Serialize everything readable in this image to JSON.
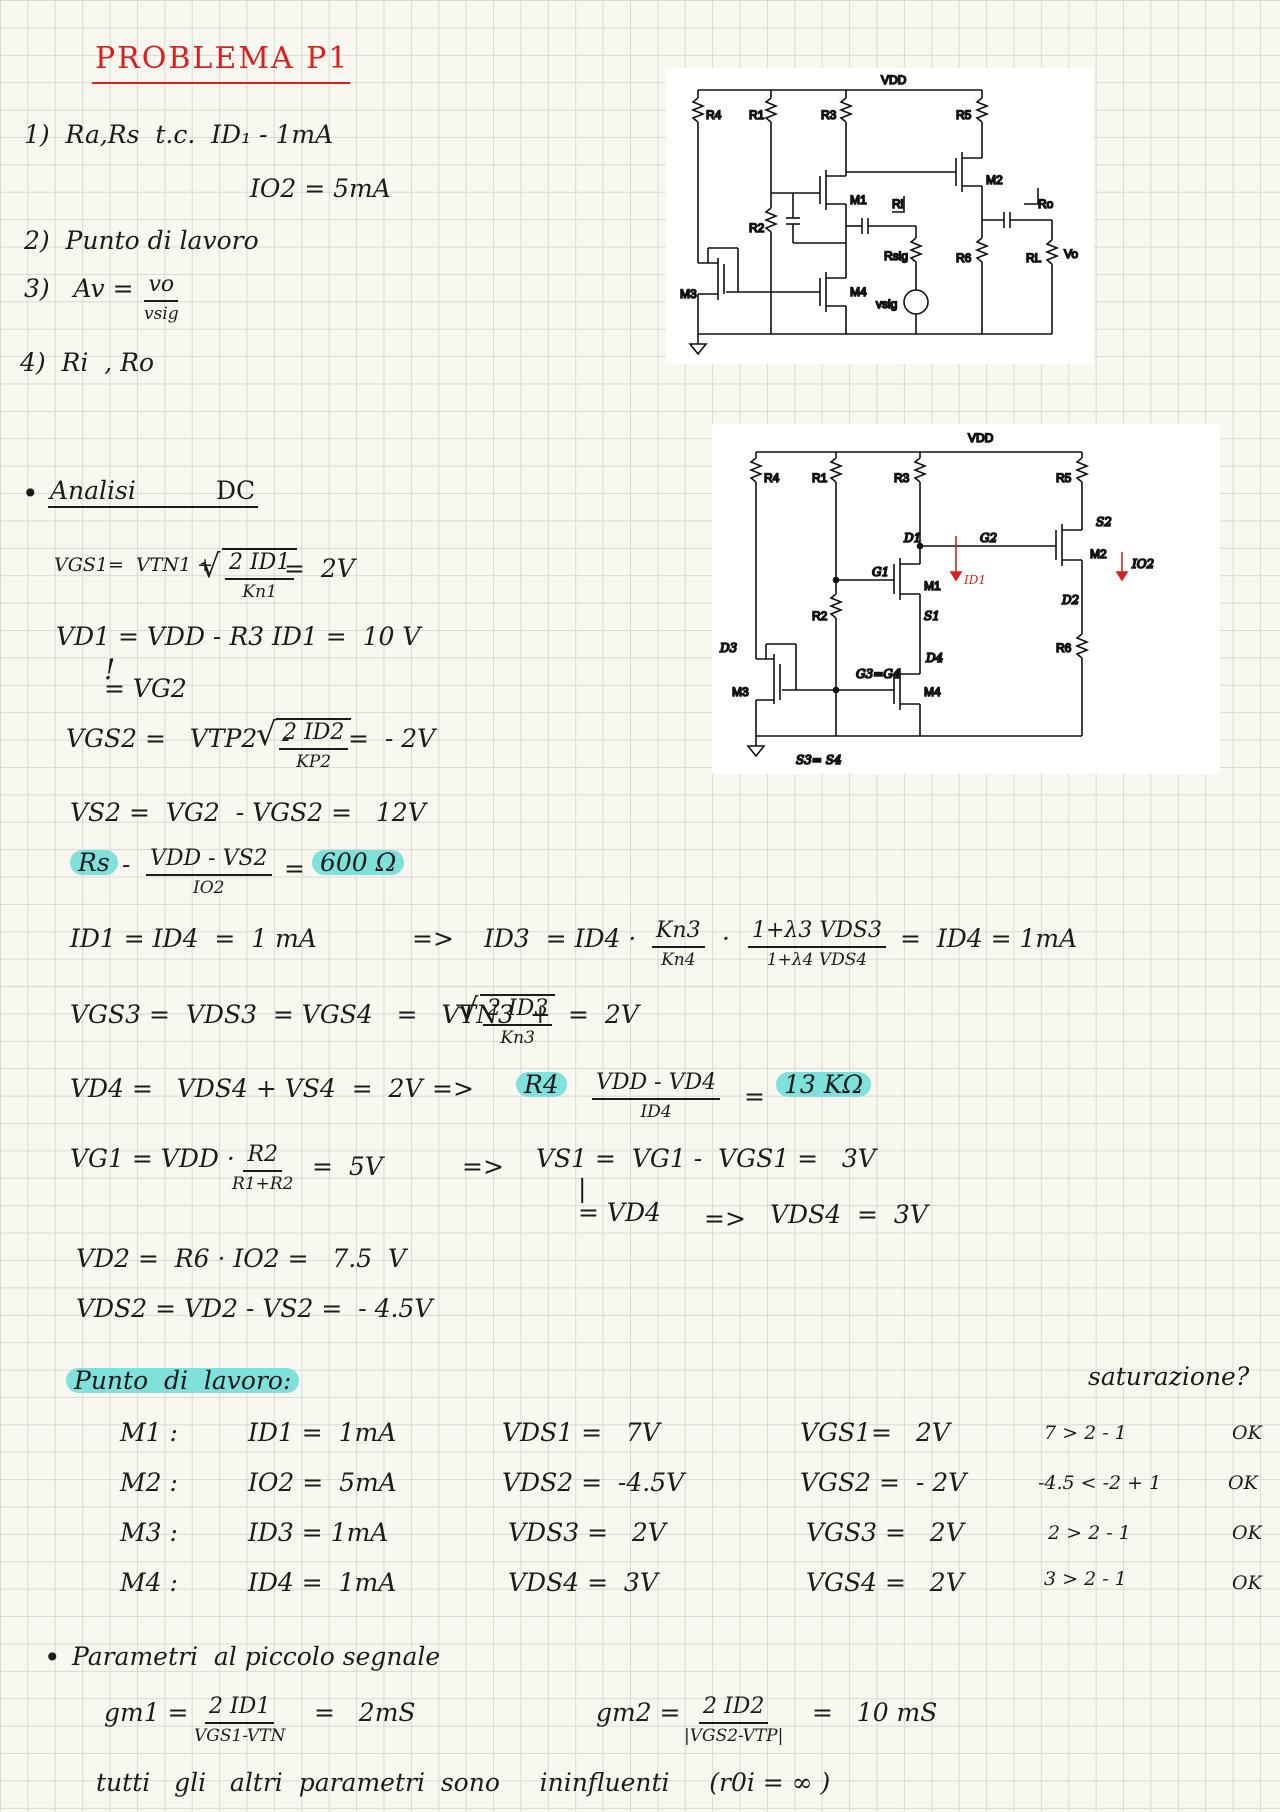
{
  "title": "PROBLEMA P1",
  "tasks": {
    "t1a": "1)  Ra,Rs  t.c.  ID₁ - 1mA",
    "t1b": "IO2 = 5mA",
    "t2": "2)  Punto di lavoro",
    "t3_pre": "3)   Av =",
    "t3_num": "vo",
    "t3_den": "vsig",
    "t4": "4)  Ri  , Ro"
  },
  "circuit1": {
    "vdd": "VDD",
    "labels": {
      "r4": "R4",
      "r1": "R1",
      "r3": "R3",
      "r5": "R5",
      "r2": "R2",
      "r6": "R6",
      "rl": "RL",
      "m1": "M1",
      "m2": "M2",
      "m3": "M3",
      "m4": "M4",
      "ri": "Ri",
      "ro": "Ro",
      "rsig": "Rsig",
      "vsig": "vsig",
      "vo": "Vo"
    }
  },
  "circuit2": {
    "vdd": "VDD",
    "labels": {
      "r4": "R4",
      "r1": "R1",
      "r3": "R3",
      "r5": "R5",
      "r2": "R2",
      "r6": "R6",
      "m1": "M1",
      "m2": "M2",
      "m3": "M3",
      "m4": "M4"
    },
    "annotations": {
      "d1": "D1",
      "g1": "G1",
      "s1": "S1",
      "g2": "G2",
      "s2": "S2",
      "d2": "D2",
      "d4": "D4",
      "g3g4": "G3=G4",
      "d3": "D3",
      "s3s4": "S3= S4",
      "id1": "ID1",
      "id2": "IO2"
    }
  },
  "dc": {
    "heading_a": "Analisi",
    "heading_b": "DC",
    "l1_pre": "VGS1=  VTN1 +",
    "l1_num": "2 ID1",
    "l1_den": "Kn1",
    "l1_post": "=  2V",
    "l2": "VD1 = VDD - R3 ID1 =  10 V",
    "l2b": "= VG2",
    "l3_pre": "VGS2 =   VTP2   -",
    "l3_num": "2 ID2",
    "l3_den": "KP2",
    "l3_post": "=  - 2V",
    "l4": "VS2 =  VG2  - VGS2 =   12V",
    "l5_pre": "Rs",
    "l5_num": "VDD - VS2",
    "l5_den": "IO2",
    "l5_res": "600 Ω",
    "l6a": "ID1 = ID4  =  1 mA",
    "l6b": "=>",
    "l6c": "ID3  = ID4 ·",
    "l6c_num": "Kn3",
    "l6c_den": "Kn4",
    "l6d_num": "1+λ3 VDS3",
    "l6d_den": "1+λ4 VDS4",
    "l6e": "=  ID4 = 1mA",
    "l7_pre": "VGS3 =  VDS3  = VGS4   =   VTN3  +",
    "l7_num": "2 ID3",
    "l7_den": "Kn3",
    "l7_post": "=  2V",
    "l8a": "VD4 =   VDS4 + VS4  =  2V",
    "l8b": "=>",
    "l8c": "R4",
    "l8_num": "VDD -  VD4",
    "l8_den": "ID4",
    "l8_res": "13 KΩ",
    "l9a": "VG1 = VDD ·",
    "l9_num": "R2",
    "l9_den": "R1+R2",
    "l9b": "=  5V",
    "l9c": "=>",
    "l9d": "VS1 =  VG1 -  VGS1 =   3V",
    "l10a": "= VD4",
    "l10b": "=>",
    "l10c": "VDS4  =  3V",
    "l11": "VD2 =  R6 · IO2 =   7.5  V",
    "l12": "VDS2 = VD2 - VS2 =  - 4.5V"
  },
  "lavoro": {
    "heading": "Punto  di  lavoro:",
    "sat_label": "saturazione?",
    "rows": [
      {
        "m": "M1 :",
        "id": "ID1 =  1mA",
        "vds": "VDS1 =   7V",
        "vgs": "VGS1=   2V",
        "cond": "7 > 2 - 1",
        "ok": "OK"
      },
      {
        "m": "M2 :",
        "id": "IO2 =  5mA",
        "vds": "VDS2 =  -4.5V",
        "vgs": "VGS2 =  - 2V",
        "cond": "-4.5 < -2 + 1",
        "ok": "OK"
      },
      {
        "m": "M3 :",
        "id": "ID3 = 1mA",
        "vds": "VDS3 =   2V",
        "vgs": "VGS3 =   2V",
        "cond": "2 > 2 - 1",
        "ok": "OK"
      },
      {
        "m": "M4 :",
        "id": "ID4 =  1mA",
        "vds": "VDS4 =  3V",
        "vgs": "VGS4 =   2V",
        "cond": "3 > 2 - 1",
        "ok": "OK"
      }
    ]
  },
  "ps": {
    "heading": "Parametri  al piccolo segnale",
    "gm1_pre": "gm1 =",
    "gm1_num": "2 ID1",
    "gm1_den": "VGS1-VTN",
    "gm1_post": "=   2mS",
    "gm2_pre": "gm2 =",
    "gm2_num": "2 ID2",
    "gm2_den": "|VGS2-VTP|",
    "gm2_post": "=   10 mS",
    "last": "tutti   gli   altri  parametri  sono     ininfluenti     (r0i = ∞ )"
  }
}
